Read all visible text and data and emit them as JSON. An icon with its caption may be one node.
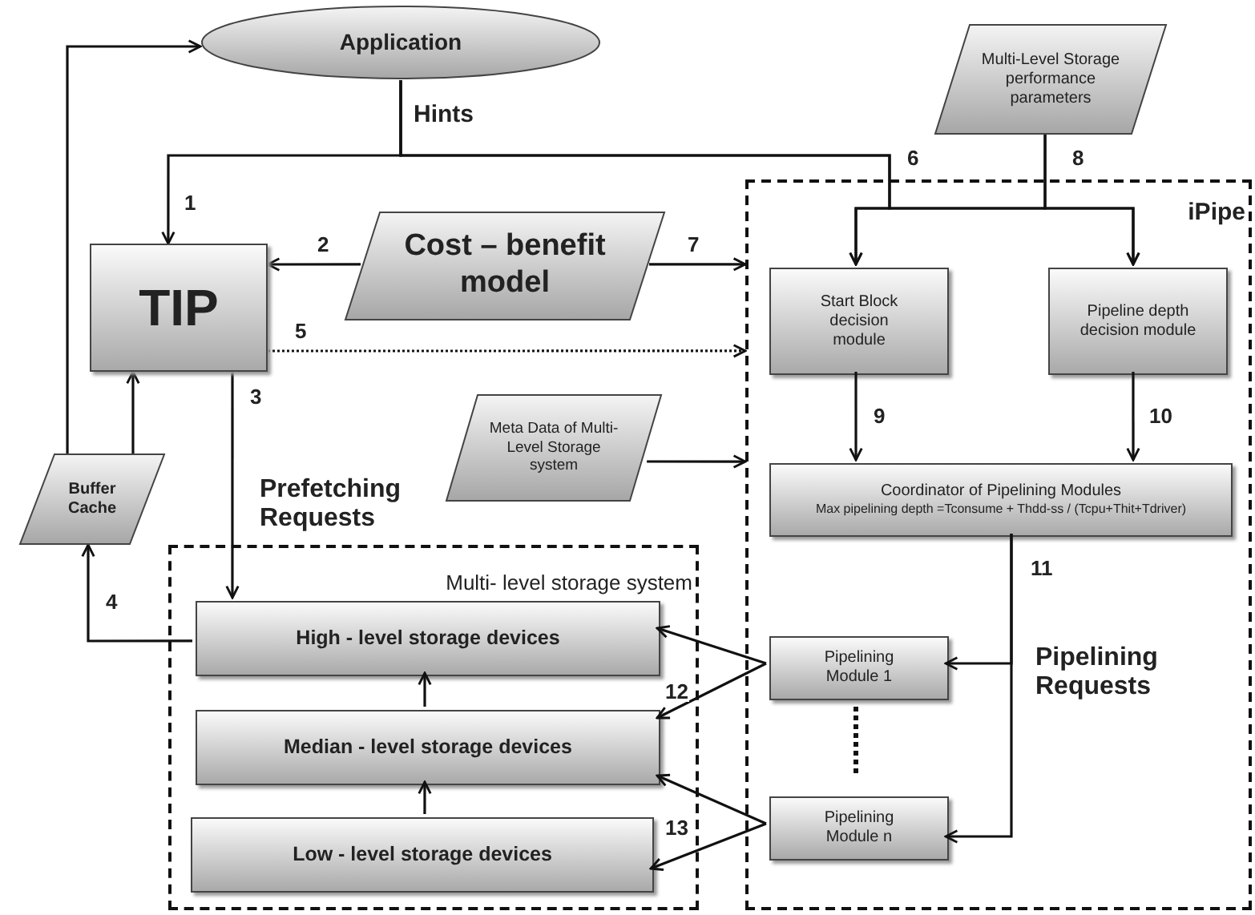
{
  "diagram": {
    "nodes": [
      {
        "text": [
          "Application"
        ]
      },
      {
        "text": [
          "TIP"
        ]
      },
      {
        "text": [
          "Cost – benefit model"
        ]
      },
      {
        "text": [
          "Buffer Cache"
        ]
      },
      {
        "text": [
          "Multi-Level Storage performance parameters"
        ]
      },
      {
        "text": [
          "iPipe"
        ]
      },
      {
        "text": [
          "Start Block decision module"
        ],
        "in": 5
      },
      {
        "text": [
          "Pipeline depth decision module"
        ],
        "in": 5
      },
      {
        "text": [
          "Coordinator of Pipelining Modules",
          "Max pipelining depth =Tconsume + Thdd-ss / (Tcpu+Thit+Tdriver)"
        ],
        "in": 5
      },
      {
        "text": [
          "Pipelining Module 1"
        ],
        "in": 5
      },
      {
        "text": [
          "Pipelining Module n"
        ],
        "in": 5
      },
      {
        "text": [
          "Meta Data of Multi-Level Storage system"
        ]
      },
      {
        "text": [
          "Multi- level storage system"
        ]
      },
      {
        "text": [
          "High - level storage devices"
        ],
        "in": 12
      },
      {
        "text": [
          "Median - level storage devices"
        ],
        "in": 12
      },
      {
        "text": [
          "Low - level storage devices"
        ],
        "in": 12
      }
    ],
    "edges": [
      {
        "from": 0,
        "to": 1,
        "arrow": "to",
        "label": "1"
      },
      {
        "from": 0,
        "to": 6,
        "arrow": "to",
        "label": "6"
      },
      {
        "from": 0,
        "to": 7,
        "arrow": "to"
      },
      {
        "from": 4,
        "to": 6,
        "arrow": "to",
        "label": "8"
      },
      {
        "from": 4,
        "to": 7,
        "arrow": "to"
      },
      {
        "from": 2,
        "to": 1,
        "arrow": "to",
        "label": "2"
      },
      {
        "from": 2,
        "to": 5,
        "arrow": "to",
        "label": "7"
      },
      {
        "from": 1,
        "to": 5,
        "arrow": "to",
        "label": "5",
        "style": "dashed"
      },
      {
        "from": 1,
        "to": 13,
        "arrow": "to",
        "label": "3"
      },
      {
        "from": 13,
        "to": 3,
        "arrow": "to",
        "label": "4"
      },
      {
        "from": 3,
        "to": 1,
        "arrow": "to"
      },
      {
        "from": 3,
        "to": 0,
        "arrow": "to"
      },
      {
        "from": 11,
        "to": 5,
        "arrow": "to"
      },
      {
        "from": 6,
        "to": 8,
        "arrow": "to",
        "label": "9"
      },
      {
        "from": 7,
        "to": 8,
        "arrow": "to",
        "label": "10"
      },
      {
        "from": 8,
        "to": 9,
        "arrow": "to",
        "label": "11"
      },
      {
        "from": 8,
        "to": 10,
        "arrow": "to"
      },
      {
        "from": 9,
        "to": 13,
        "arrow": "to"
      },
      {
        "from": 9,
        "to": 14,
        "arrow": "to",
        "label": "12"
      },
      {
        "from": 10,
        "to": 14,
        "arrow": "to"
      },
      {
        "from": 10,
        "to": 15,
        "arrow": "to",
        "label": "13"
      },
      {
        "from": 14,
        "to": 13,
        "arrow": "to"
      },
      {
        "from": 15,
        "to": 14,
        "arrow": "to"
      }
    ],
    "labels": [
      "Hints",
      "Prefetching Requests",
      "Pipelining Requests"
    ]
  }
}
